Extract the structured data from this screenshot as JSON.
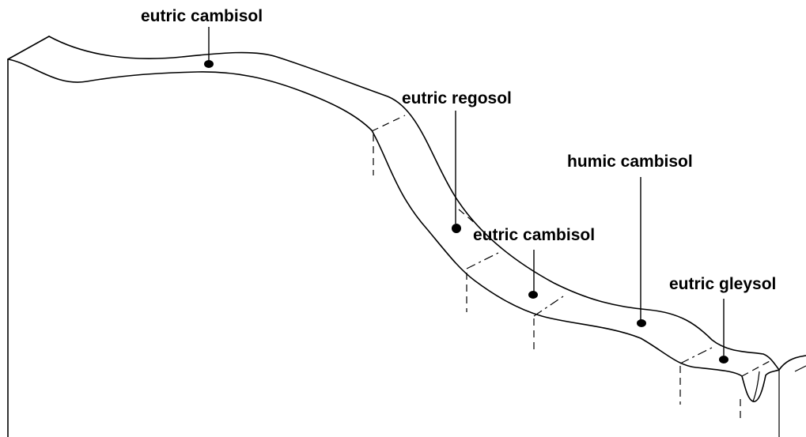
{
  "labels": {
    "cambisol_top": "eutric cambisol",
    "regosol": "eutric regosol",
    "humic": "humic cambisol",
    "cambisol_mid": "eutric cambisol",
    "gleysol": "eutric gleysol"
  },
  "colors": {
    "ink": "#000000",
    "background": "#ffffff"
  }
}
